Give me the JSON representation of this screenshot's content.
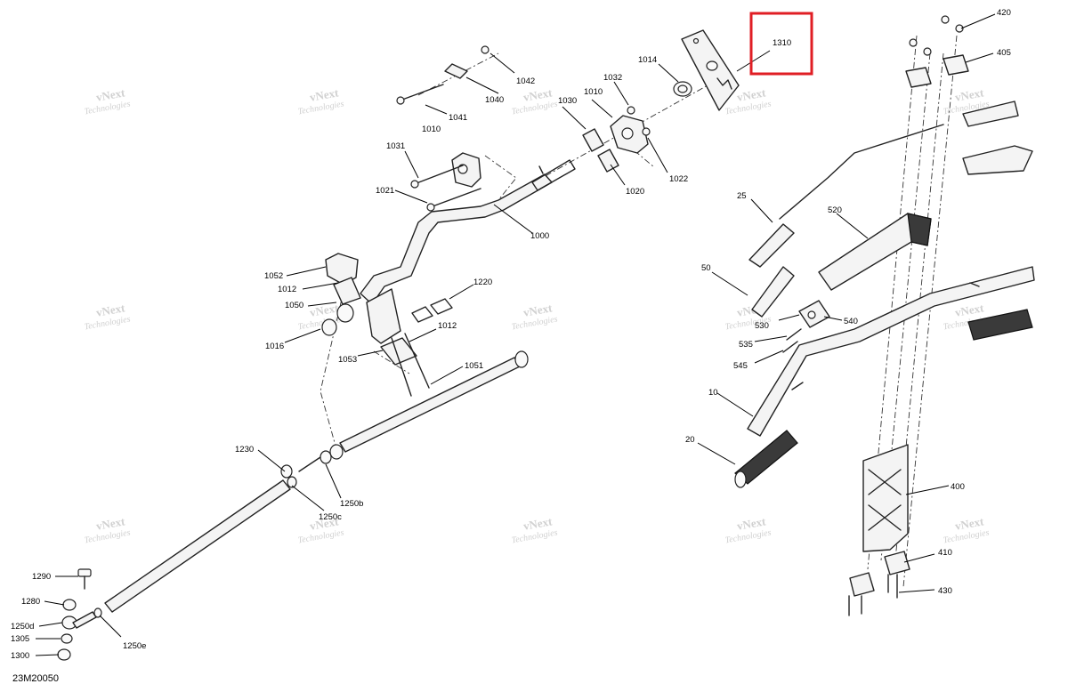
{
  "diagram": {
    "drawing_code": "23M20050",
    "watermark": {
      "line1": "vNext",
      "line2": "Technologies"
    },
    "highlight": {
      "color": "#e01e24",
      "target_part": "1310"
    },
    "parts": [
      "1310",
      "420",
      "405",
      "1014",
      "1032",
      "1042",
      "1040",
      "1041",
      "1030",
      "1010",
      "1010",
      "1022",
      "1020",
      "1031",
      "1021",
      "1000",
      "25",
      "520",
      "1052",
      "1012",
      "1050",
      "1220",
      "1016",
      "1053",
      "1012",
      "1051",
      "50",
      "530",
      "540",
      "535",
      "545",
      "10",
      "20",
      "400",
      "1230",
      "1250b",
      "1250c",
      "1290",
      "1280",
      "1250d",
      "1305",
      "1300",
      "1250e",
      "410",
      "430"
    ]
  }
}
